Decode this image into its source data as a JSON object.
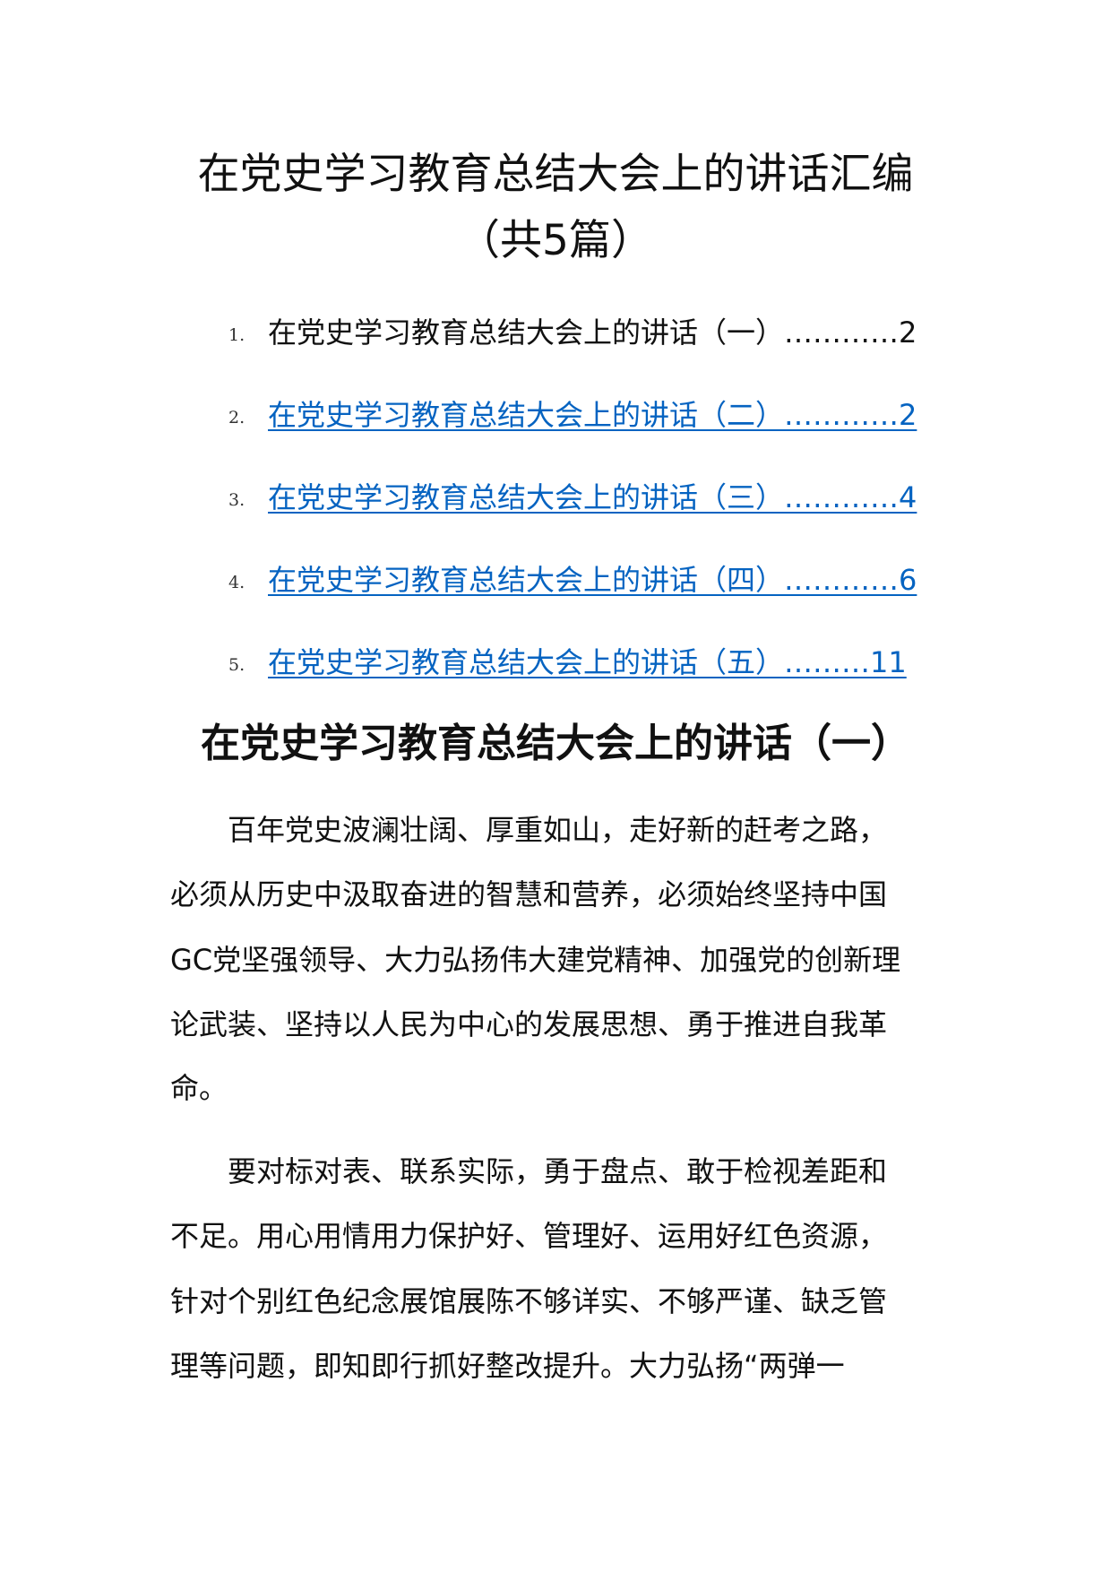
{
  "title": {
    "line1": "在党史学习教育总结大会上的讲话汇编",
    "line2": "（共5篇）"
  },
  "toc": [
    {
      "num": "1.",
      "text": "在党史学习教育总结大会上的讲话（一）…………2"
    },
    {
      "num": "2.",
      "text": "在党史学习教育总结大会上的讲话（二）…………2"
    },
    {
      "num": "3.",
      "text": "在党史学习教育总结大会上的讲话（三）…………4"
    },
    {
      "num": "4.",
      "text": "在党史学习教育总结大会上的讲话（四）…………6"
    },
    {
      "num": "5.",
      "text": "在党史学习教育总结大会上的讲话（五）………11"
    }
  ],
  "colors": {
    "link": "#0563c1",
    "text": "#111111"
  },
  "section": {
    "heading": "在党史学习教育总结大会上的讲话（一）",
    "paragraphs": [
      {
        "lines": [
          "百年党史波澜壮阔、厚重如山，走好新的赶考之路，",
          "必须从历史中汲取奋进的智慧和营养，必须始终坚持中国",
          "GC党坚强领导、大力弘扬伟大建党精神、加强党的创新理",
          "论武装、坚持以人民为中心的发展思想、勇于推进自我革",
          "命。"
        ]
      },
      {
        "lines": [
          "要对标对表、联系实际，勇于盘点、敢于检视差距和",
          "不足。用心用情用力保护好、管理好、运用好红色资源，",
          "针对个别红色纪念展馆展陈不够详实、不够严谨、缺乏管",
          "理等问题，即知即行抓好整改提升。大力弘扬“两弹一"
        ]
      }
    ]
  }
}
